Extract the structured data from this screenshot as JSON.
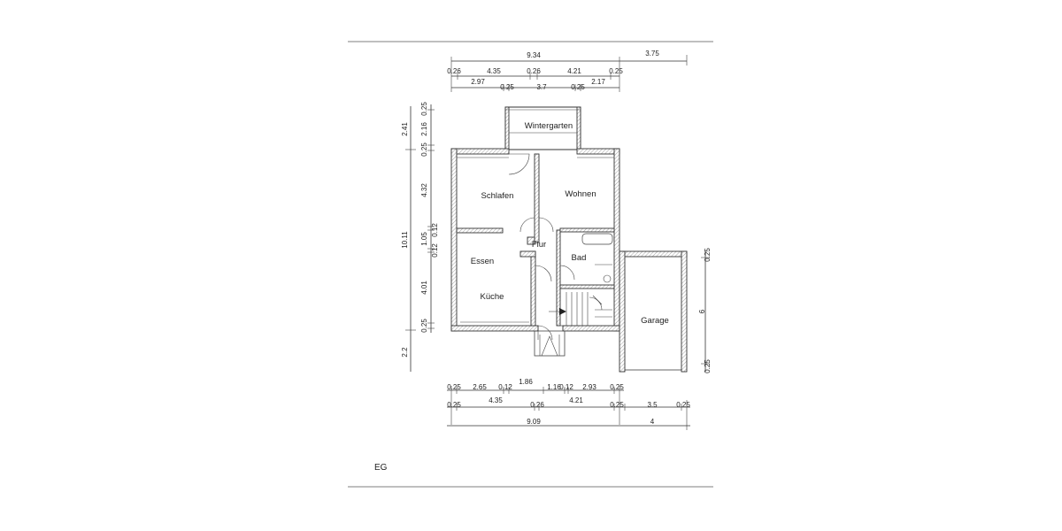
{
  "plan": {
    "floor_label": "EG",
    "rooms": {
      "wintergarten": "Wintergarten",
      "schlafen": "Schlafen",
      "wohnen": "Wohnen",
      "flur": "Flur",
      "bad": "Bad",
      "essen": "Essen",
      "kueche": "Küche",
      "garage": "Garage"
    },
    "dims_top": {
      "overall": "9.34",
      "garage_width": "3.75",
      "row2": [
        "0.26",
        "4.35",
        "0.26",
        "4.21",
        "0.25"
      ],
      "row3": [
        "2.97",
        "0.25",
        "3.7",
        "0.25",
        "2.17"
      ]
    },
    "dims_left": {
      "outer": [
        "2.41",
        "10.11",
        "2.2"
      ],
      "inner": [
        "0.25",
        "2.16",
        "0.25",
        "4.32",
        "0.12",
        "1.05",
        "0.12",
        "4.01",
        "0.25"
      ]
    },
    "dims_right": [
      "0.25",
      "6",
      "0.25"
    ],
    "dims_bottom": {
      "row1": [
        "0.25",
        "2.65",
        "0.12",
        "1.86",
        "1.16",
        "0.12",
        "2.93",
        "0.25"
      ],
      "row2": [
        "0.25",
        "4.35",
        "0.26",
        "4.21",
        "0.25",
        "3.5",
        "0.25"
      ],
      "row3": [
        "9.09",
        "4"
      ]
    }
  }
}
